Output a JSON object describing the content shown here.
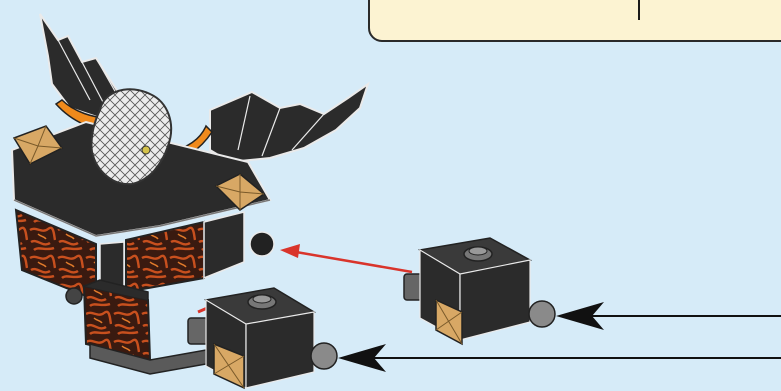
{
  "scene": {
    "background_color": "#d6ebf8",
    "callout_box_color": "#fcf3d2",
    "arrow_color": "#111111",
    "connector_color": "#d9342b",
    "brick_dark": "#2b2b2b",
    "brick_gold": "#d8a865",
    "lava_orange": "#c8501e",
    "horn_orange": "#f08a1c"
  },
  "elements": {
    "main_model": "dragon-shrine-model",
    "sub_assembly_1": "cube-with-ball-joint",
    "sub_assembly_2": "cube-with-ball-joint",
    "placement_arrows": [
      "arrow-upper",
      "arrow-lower"
    ]
  }
}
